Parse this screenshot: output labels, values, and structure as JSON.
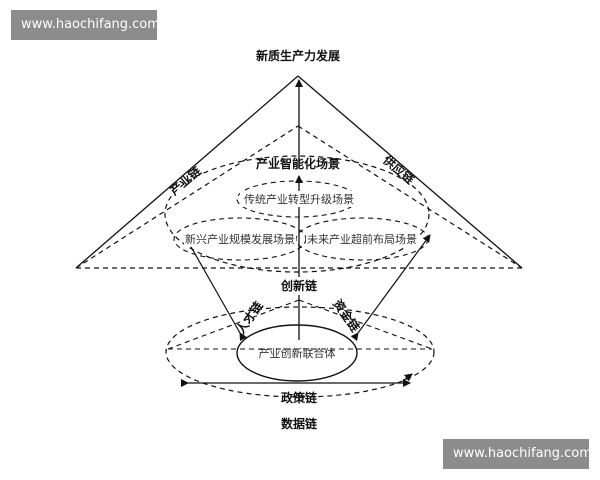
{
  "watermark": {
    "top": "www.haochifang.com",
    "bottom": "www.haochifang.com"
  },
  "diagram": {
    "apex_title": "新质生产力发展",
    "left_edge_label": "产业链",
    "right_edge_label": "供应链",
    "upper_ellipse_title": "产业智能化场景",
    "inner_top": "传统产业转型升级场景",
    "inner_left": "新兴产业规模发展场景",
    "inner_right": "未来产业超前布局场景",
    "center_label": "创新链",
    "left_diag_label": "人才链",
    "right_diag_label": "资金链",
    "core": "产业创新联合体",
    "policy_label": "政策链",
    "data_label": "数据链"
  },
  "colors": {
    "line": "#111111",
    "watermark_bg": "#8c8c8c"
  }
}
